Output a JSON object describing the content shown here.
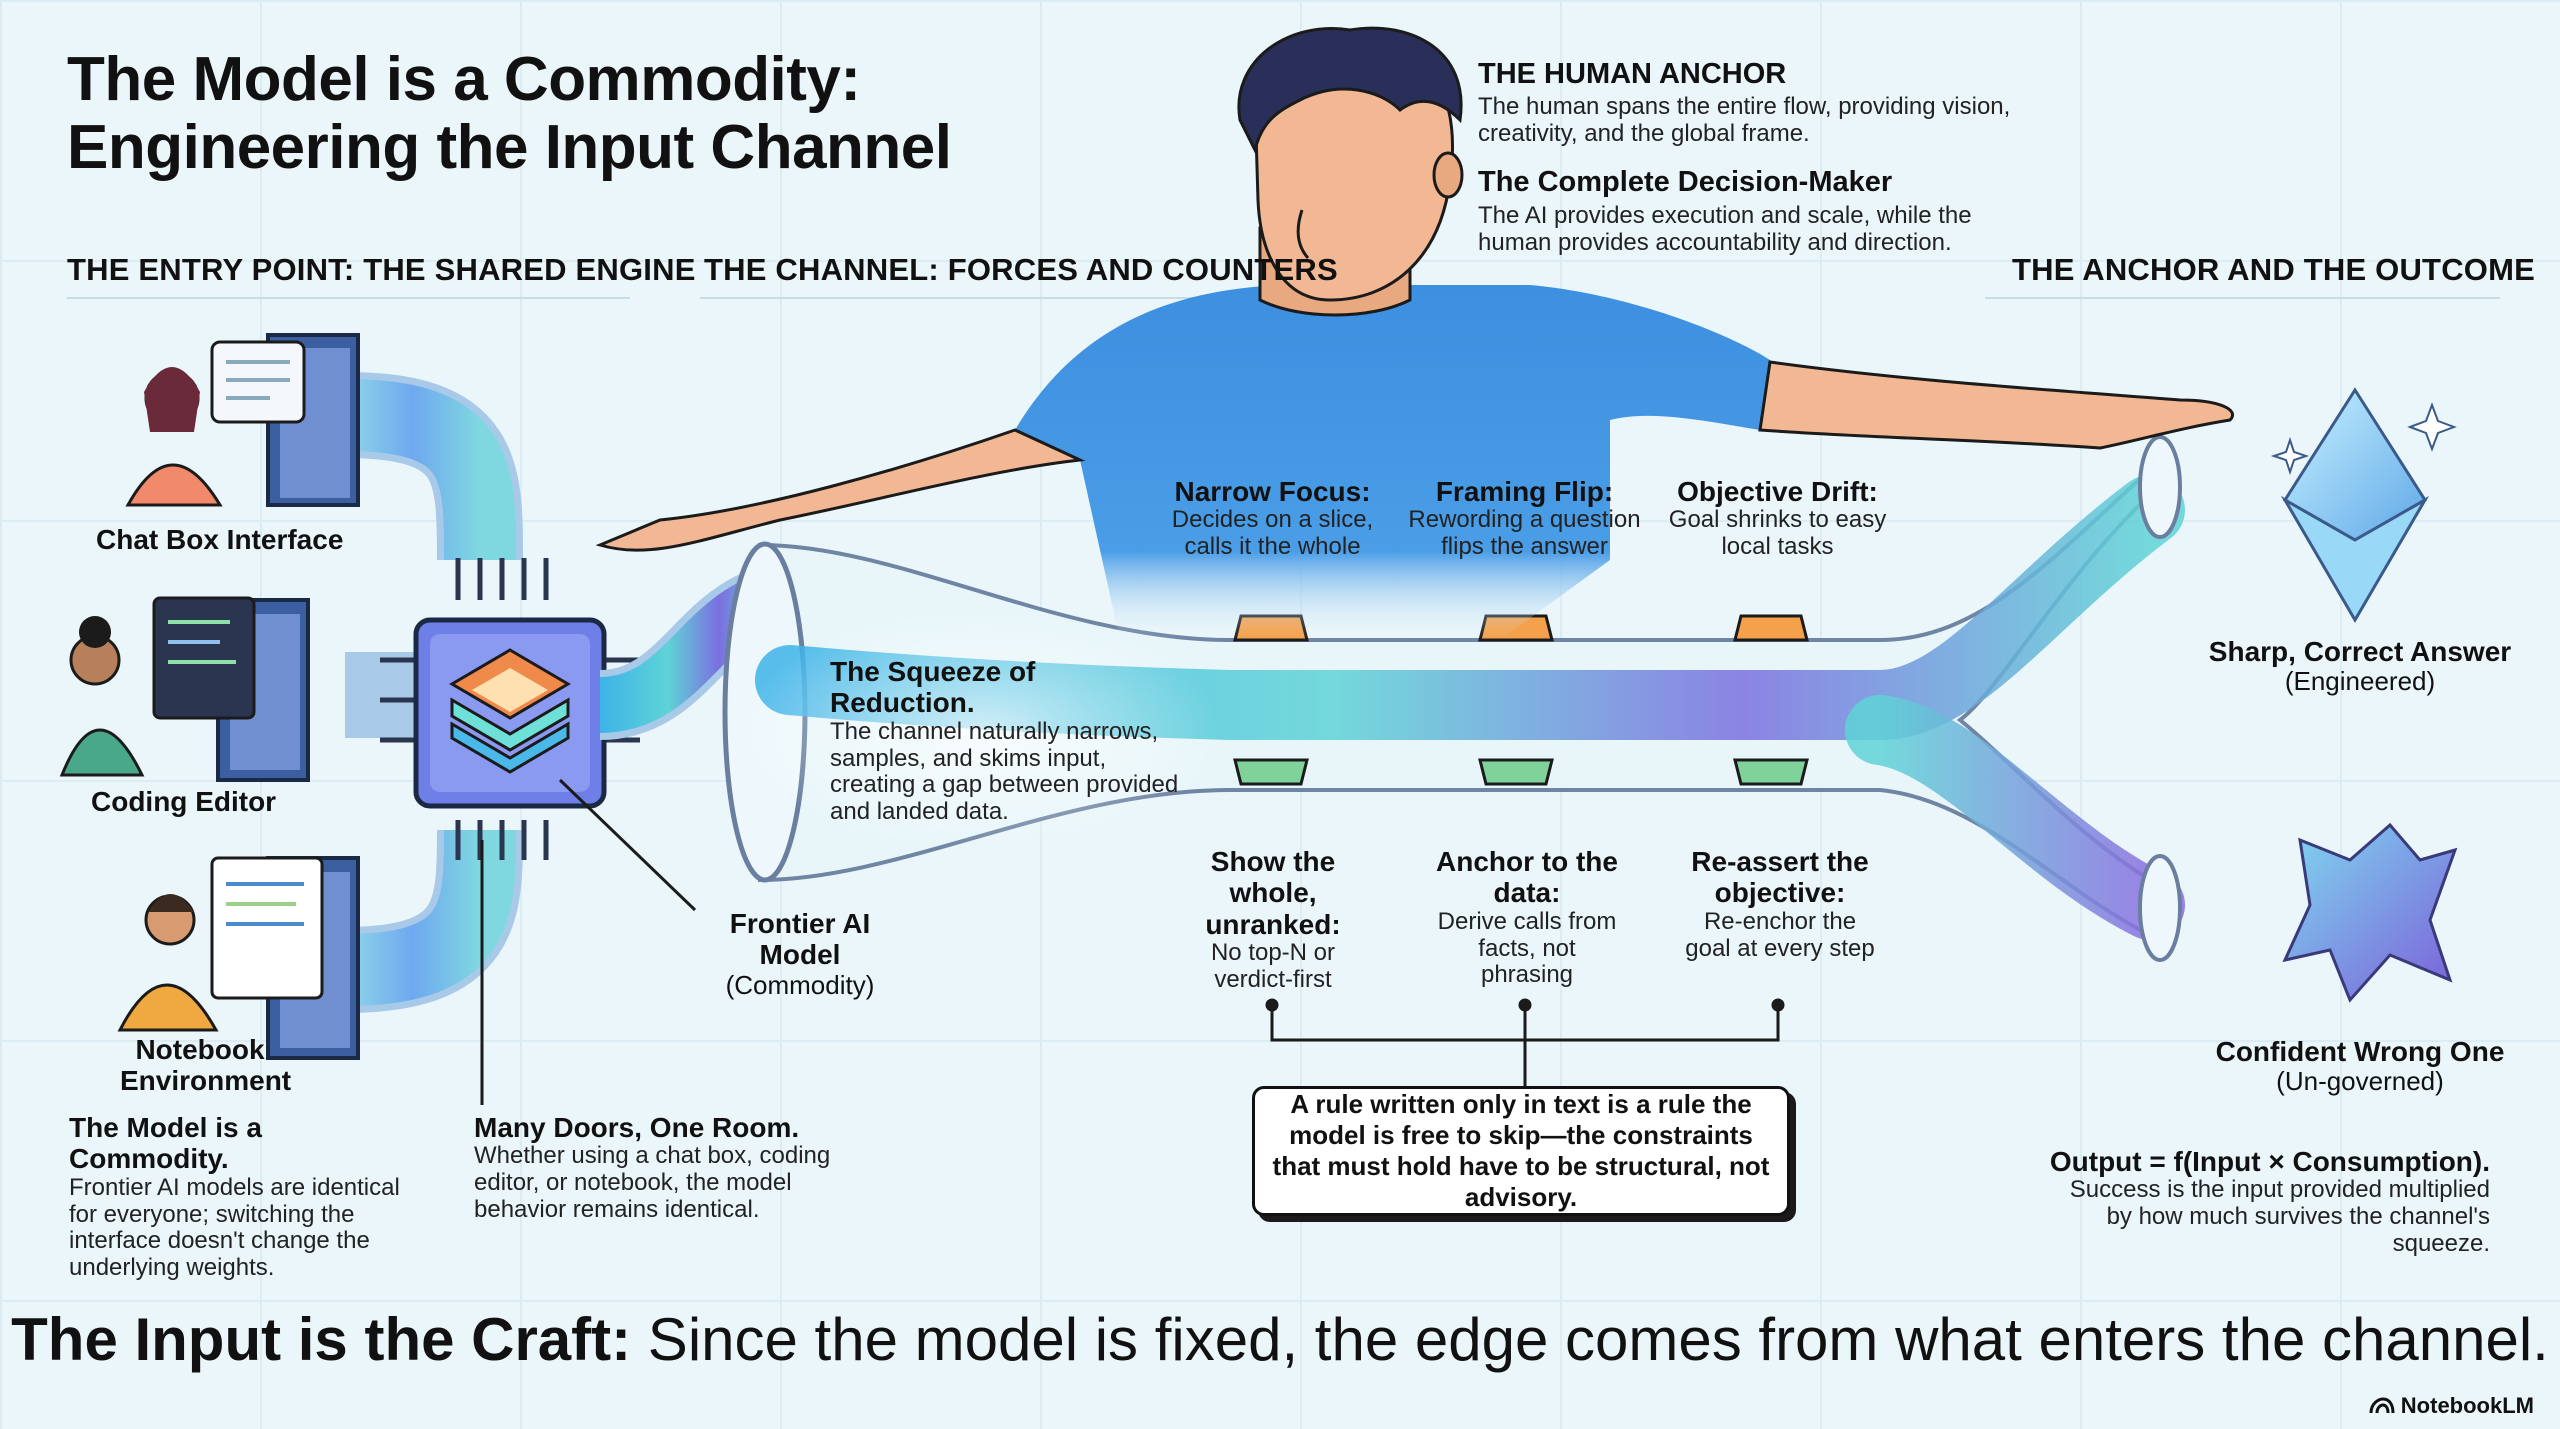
{
  "title_line1": "The Model is a Commodity:",
  "title_line2": "Engineering the Input Channel",
  "sections": {
    "entry": "THE ENTRY POINT: THE SHARED ENGINE",
    "channel": "THE CHANNEL: FORCES AND COUNTERS",
    "anchor": "THE ANCHOR AND THE OUTCOME"
  },
  "human_anchor": {
    "heading": "THE HUMAN ANCHOR",
    "text": "The human spans the entire flow, providing vision, creativity, and the global frame.",
    "decision_heading": "The Complete Decision-Maker",
    "decision_text": "The AI provides execution and scale, while the human provides accountability and direction."
  },
  "interfaces": {
    "chat": "Chat Box Interface",
    "coding": "Coding Editor",
    "notebook": "Notebook Environment"
  },
  "model": {
    "label": "Frontier AI Model",
    "sub": "(Commodity)"
  },
  "commodity_note": {
    "heading": "The Model is a Commodity.",
    "text": "Frontier AI models are identical for everyone; switching the interface doesn't change the underlying weights."
  },
  "doors_note": {
    "heading": "Many Doors, One Room.",
    "text": "Whether using a chat box, coding editor, or notebook, the model behavior remains identical."
  },
  "squeeze": {
    "heading": "The Squeeze of Reduction.",
    "text": "The channel naturally narrows, samples, and skims input, creating a gap between provided and landed data."
  },
  "forces": [
    {
      "name": "Narrow Focus:",
      "desc": "Decides on a slice, calls it the whole"
    },
    {
      "name": "Framing Flip:",
      "desc": "Rewording a question flips the answer"
    },
    {
      "name": "Objective Drift:",
      "desc": "Goal shrinks to easy local tasks"
    }
  ],
  "counters": [
    {
      "name": "Show the whole, unranked:",
      "desc": "No top-N or verdict-first"
    },
    {
      "name": "Anchor to the data:",
      "desc": "Derive calls from facts, not phrasing"
    },
    {
      "name": "Re-assert the objective:",
      "desc": "Re-enchor the goal at every step"
    }
  ],
  "rule_box": "A rule written only in text is a rule the model is free to skip—the constraints that must hold have to be structural, not advisory.",
  "outcomes": {
    "correct": "Sharp, Correct Answer",
    "correct_sub": "(Engineered)",
    "wrong": "Confident Wrong One",
    "wrong_sub": "(Un-governed)"
  },
  "output_note": {
    "heading": "Output = f(Input × Consumption).",
    "text": "Success is the input provided multiplied by how much survives the channel's squeeze."
  },
  "bottom_bold": "The Input is the Craft:",
  "bottom_rest": " Since the model is fixed, the edge comes from what enters the channel.",
  "logo": "NotebookLM",
  "colors": {
    "channel_cyan": "#5fd3d6",
    "channel_violet": "#7b6fe0",
    "force_orange": "#f5a04a",
    "counter_green": "#7fd39a",
    "shirt_blue": "#3d8fe0",
    "skin": "#f2b894"
  }
}
